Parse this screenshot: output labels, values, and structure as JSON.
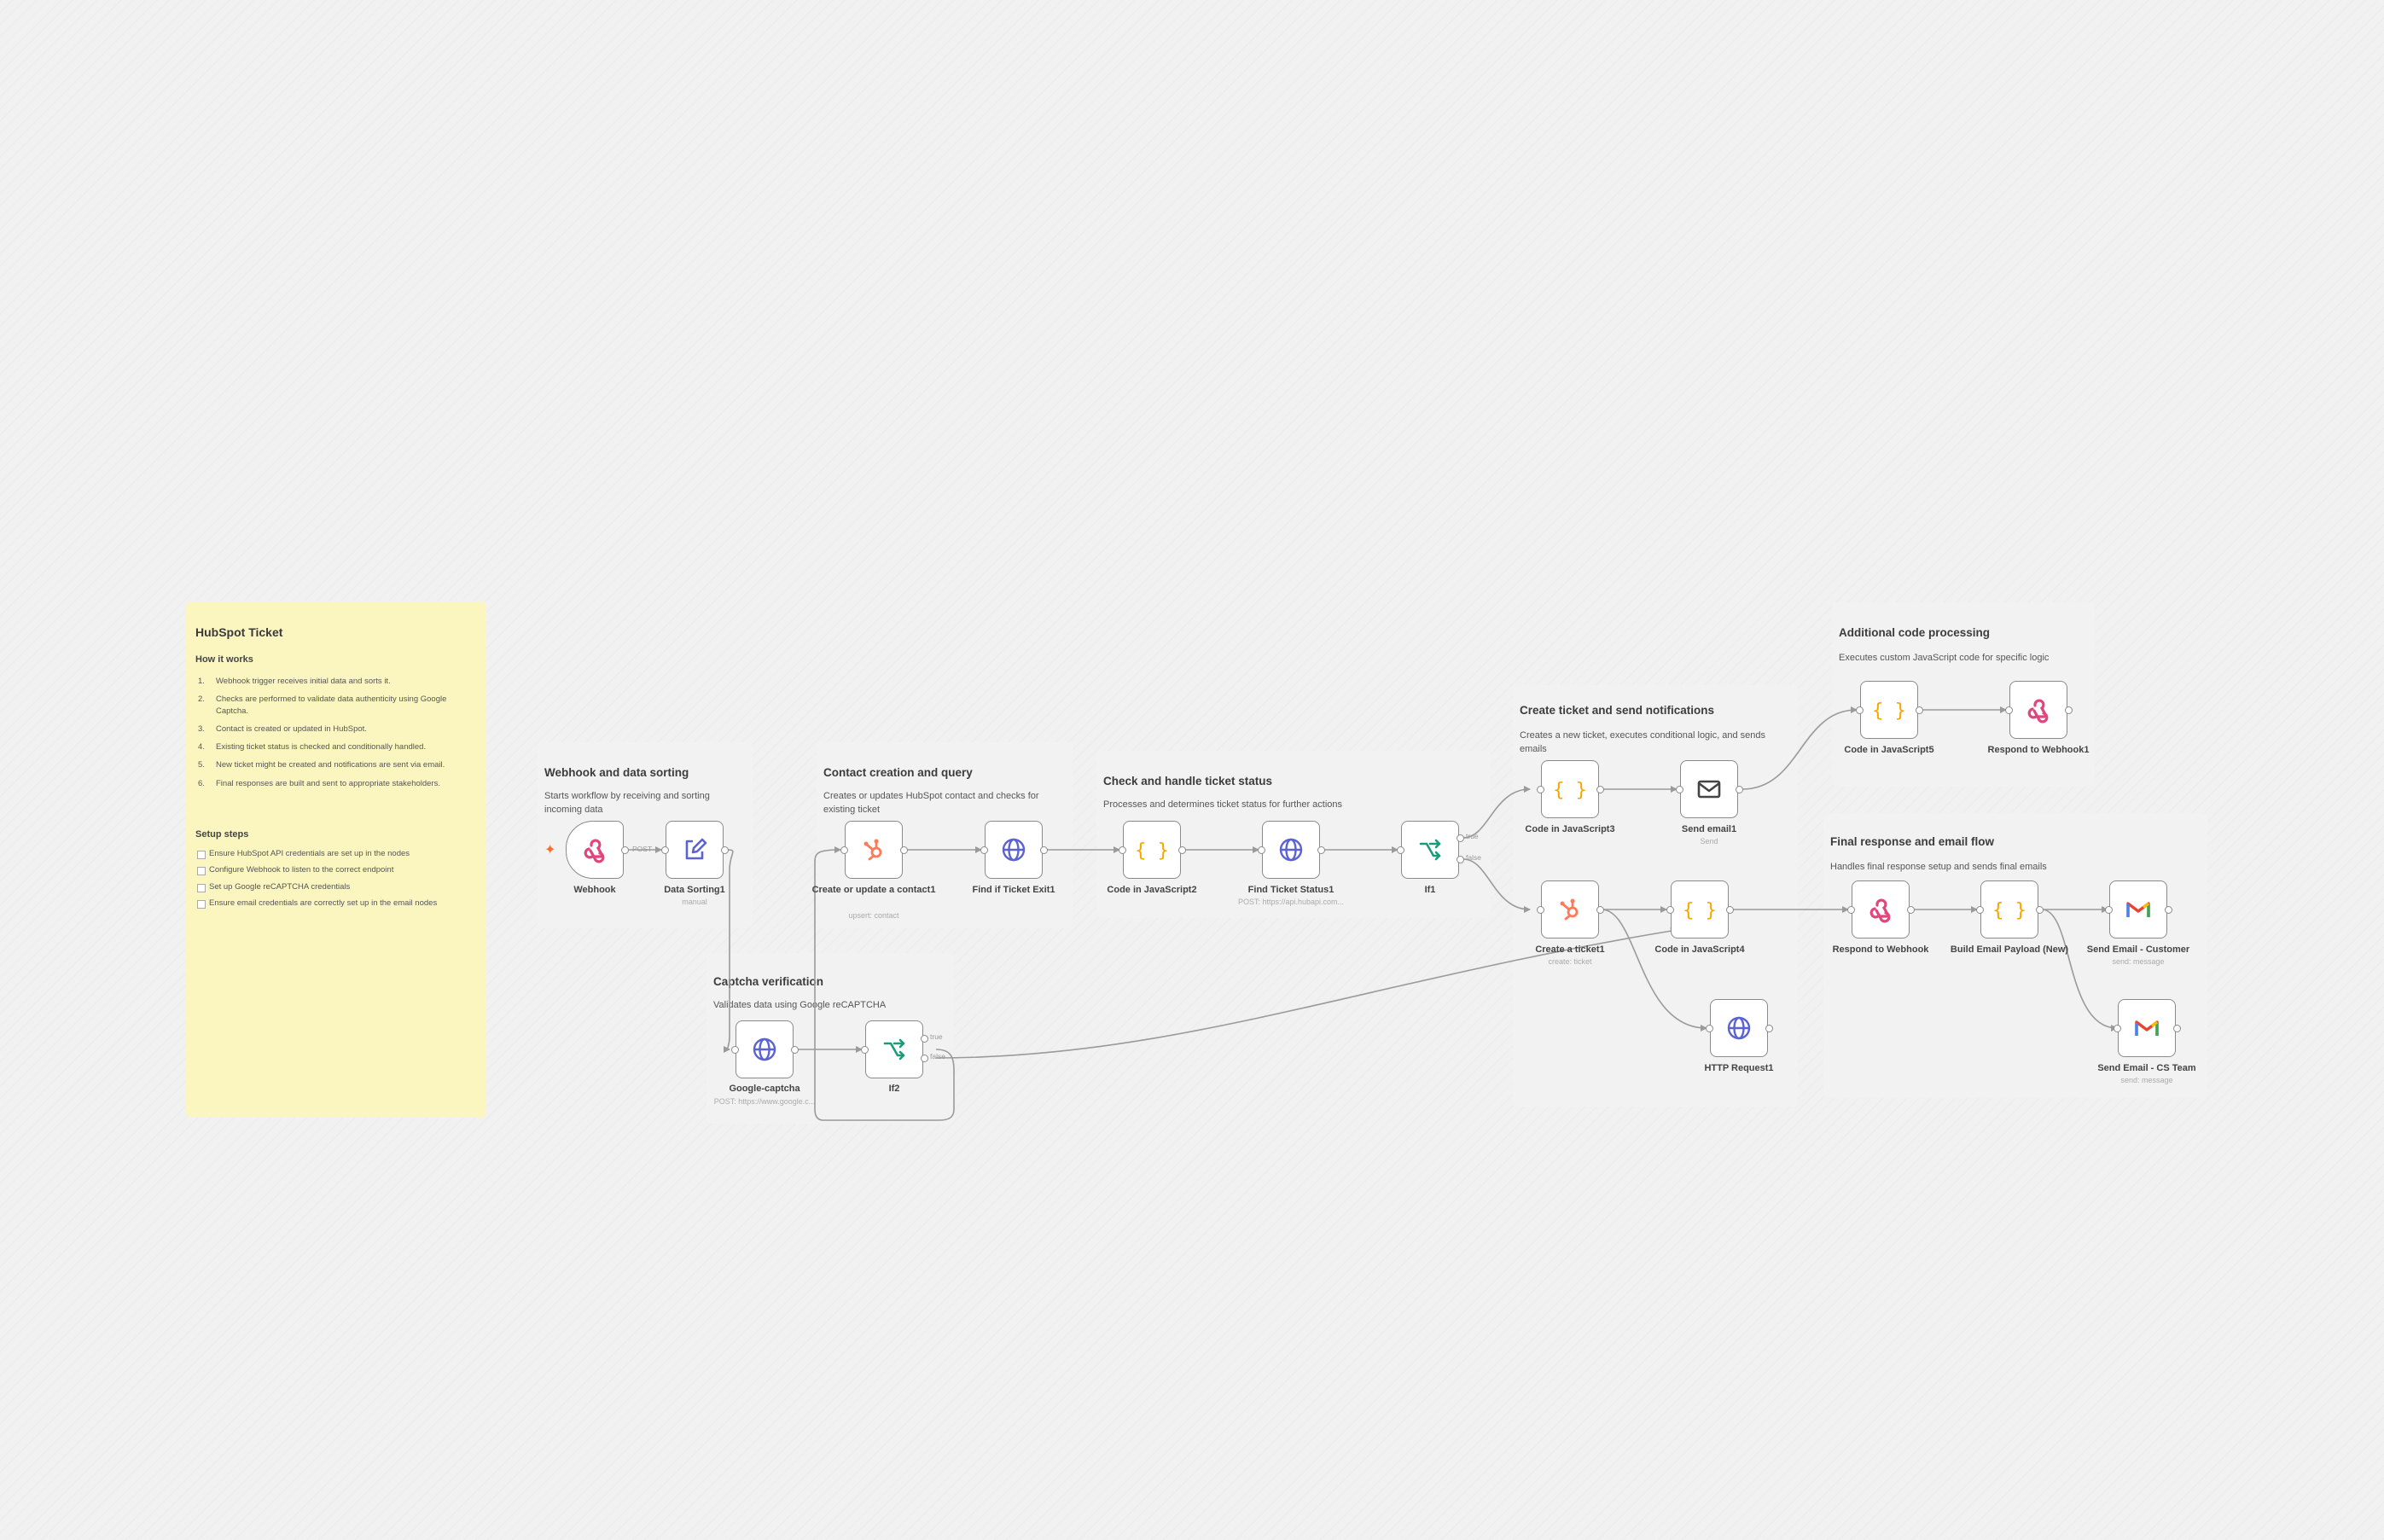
{
  "notes": {
    "main": {
      "title": "HubSpot Ticket",
      "how_heading": "How it works",
      "steps": [
        "Webhook trigger receives initial data and sorts it.",
        "Checks are performed to validate data authenticity using Google Captcha.",
        "Contact is created or updated in HubSpot.",
        "Existing ticket status is checked and conditionally handled.",
        "New ticket might be created and notifications are sent via email.",
        "Final responses are built and sent to appropriate stakeholders."
      ],
      "setup_heading": "Setup steps",
      "setup": [
        "Ensure HubSpot API credentials are set up in the nodes",
        "Configure Webhook to listen to the correct endpoint",
        "Set up Google reCAPTCHA credentials",
        "Ensure email credentials are correctly set up in the email nodes"
      ]
    },
    "webhook": {
      "title": "Webhook and data sorting",
      "desc": "Starts workflow by receiving and sorting incoming data"
    },
    "contact": {
      "title": "Contact creation and query",
      "desc": "Creates or updates HubSpot contact and checks for existing ticket"
    },
    "status": {
      "title": "Check and handle ticket status",
      "desc": "Processes and determines ticket status for further actions"
    },
    "captcha": {
      "title": "Captcha verification",
      "desc": "Validates data using Google reCAPTCHA"
    },
    "create": {
      "title": "Create ticket and send notifications",
      "desc": "Creates a new ticket, executes conditional logic, and sends emails"
    },
    "additional": {
      "title": "Additional code processing",
      "desc": "Executes custom JavaScript code for specific logic"
    },
    "final": {
      "title": "Final response and email flow",
      "desc": "Handles final response setup and sends final emails"
    }
  },
  "nodes": {
    "webhook": {
      "label": "Webhook",
      "icon": "webhook-icon"
    },
    "data_sorting": {
      "label": "Data Sorting1",
      "sub": "manual",
      "icon": "pencil-icon"
    },
    "google_captcha": {
      "label": "Google-captcha",
      "sub": "POST: https://www.google.c...",
      "icon": "globe-icon"
    },
    "if2": {
      "label": "If2",
      "icon": "branch-icon"
    },
    "create_contact": {
      "label": "Create or update a contact1",
      "sub": "upsert: contact",
      "icon": "hubspot-icon"
    },
    "find_ticket": {
      "label": "Find if Ticket Exit1",
      "icon": "globe-icon"
    },
    "code2": {
      "label": "Code in JavaScript2",
      "icon": "code-icon"
    },
    "find_status": {
      "label": "Find Ticket Status1",
      "sub": "POST: https://api.hubapi.com...",
      "icon": "globe-icon"
    },
    "if1": {
      "label": "If1",
      "icon": "branch-icon"
    },
    "code3": {
      "label": "Code in JavaScript3",
      "icon": "code-icon"
    },
    "send_email": {
      "label": "Send email1",
      "sub": "Send",
      "icon": "envelope-icon"
    },
    "create_ticket": {
      "label": "Create a ticket1",
      "sub": "create: ticket",
      "icon": "hubspot-icon"
    },
    "code4": {
      "label": "Code in JavaScript4",
      "icon": "code-icon"
    },
    "http_request": {
      "label": "HTTP Request1",
      "icon": "globe-icon"
    },
    "code5": {
      "label": "Code in JavaScript5",
      "icon": "code-icon"
    },
    "respond_webhook1": {
      "label": "Respond to Webhook1",
      "icon": "webhook-icon"
    },
    "respond_webhook": {
      "label": "Respond to Webhook",
      "icon": "webhook-icon"
    },
    "build_email": {
      "label": "Build Email Payload (New)",
      "icon": "code-icon"
    },
    "email_customer": {
      "label": "Send Email - Customer",
      "sub": "send: message",
      "icon": "gmail-icon"
    },
    "email_cs": {
      "label": "Send Email - CS Team",
      "sub": "send: message",
      "icon": "gmail-icon"
    }
  },
  "port_labels": {
    "post": "POST",
    "true": "true",
    "false": "false"
  },
  "colors": {
    "sticky_yellow": "#fbf6c0",
    "sticky_gray": "#f2f2f2",
    "webhook_pink": "#e0457b",
    "code_orange": "#f7a600",
    "hubspot_orange": "#ff7a59",
    "branch_green": "#1a9c7a",
    "globe_blue": "#5b63d3",
    "wire_gray": "#9a9a9a"
  }
}
